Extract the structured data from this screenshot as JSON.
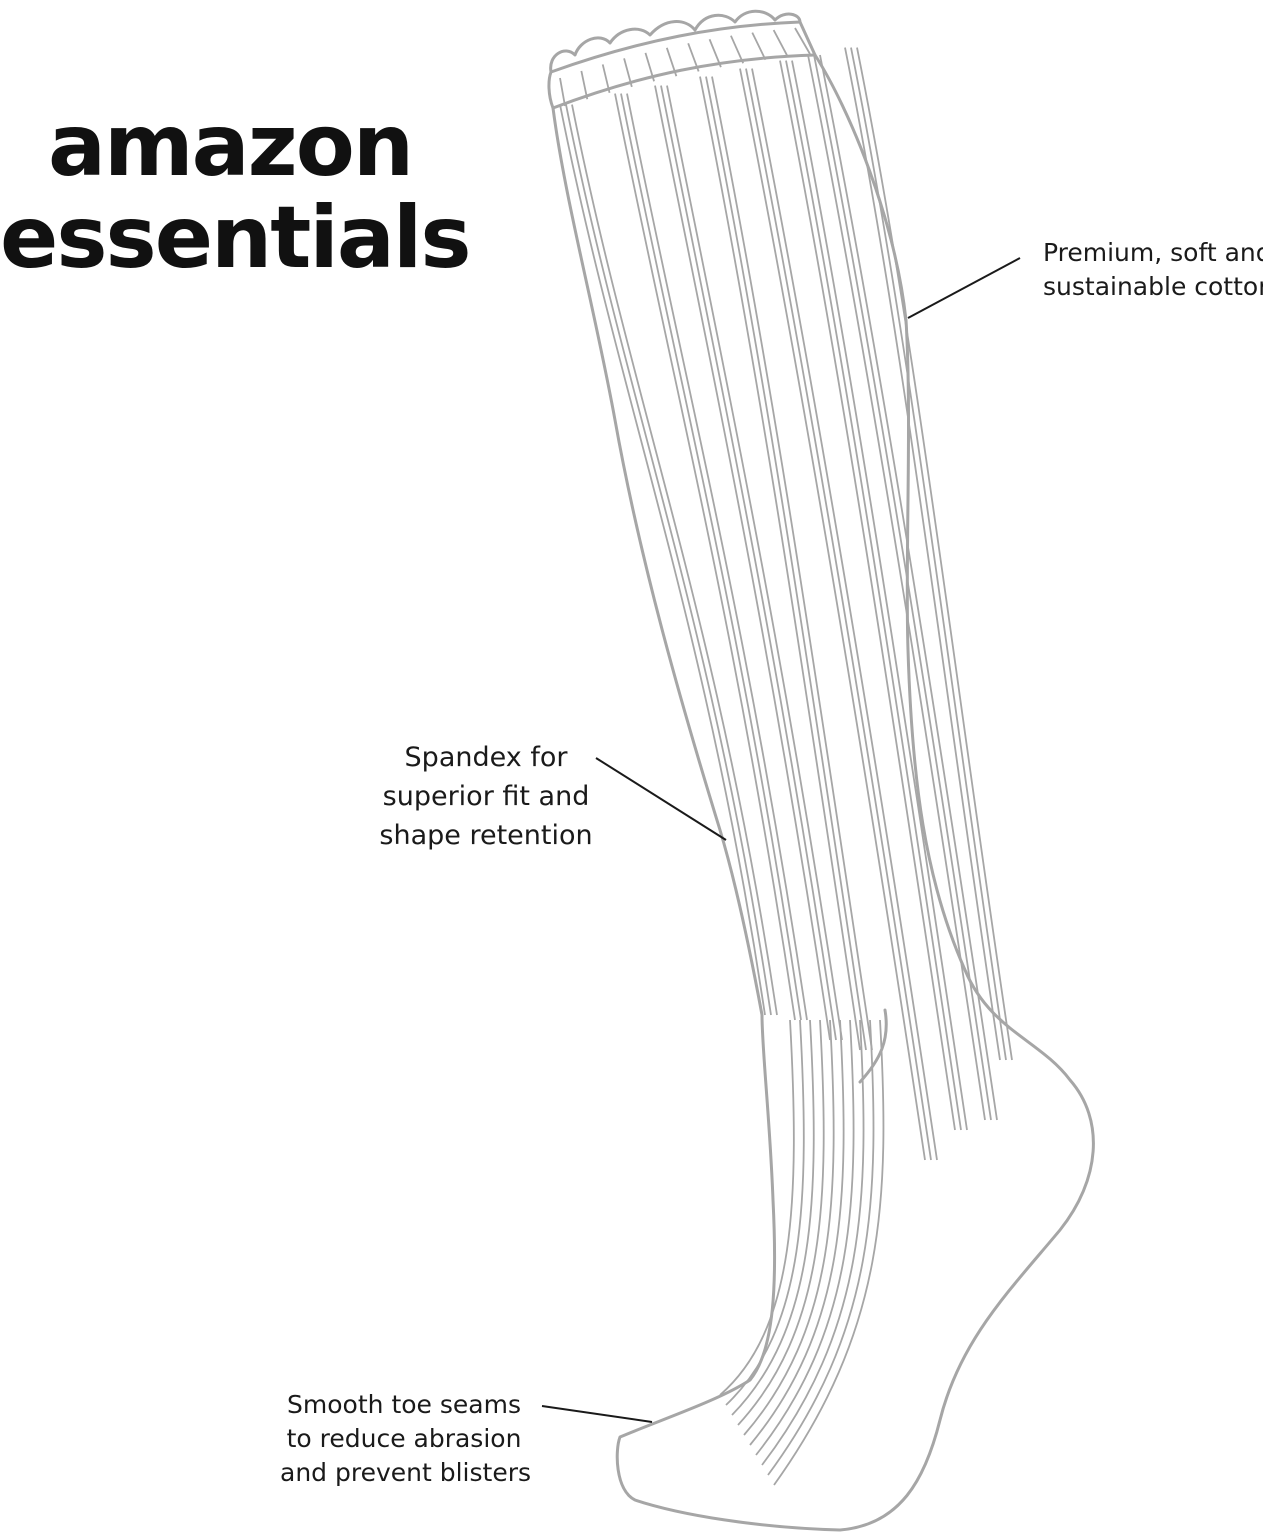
{
  "brand": {
    "line1": "amazon",
    "line2": "essentials"
  },
  "callouts": [
    {
      "lines": [
        "Premium, soft and",
        "sustainable cotton"
      ]
    },
    {
      "lines": [
        "Spandex for",
        "superior fit and",
        "shape retention"
      ]
    },
    {
      "lines": [
        "Smooth toe seams",
        "to reduce abrasion",
        "and prevent blisters"
      ]
    }
  ],
  "colors": {
    "outline": "#a6a6a6",
    "leader": "#1a1a1a",
    "text": "#111111"
  }
}
